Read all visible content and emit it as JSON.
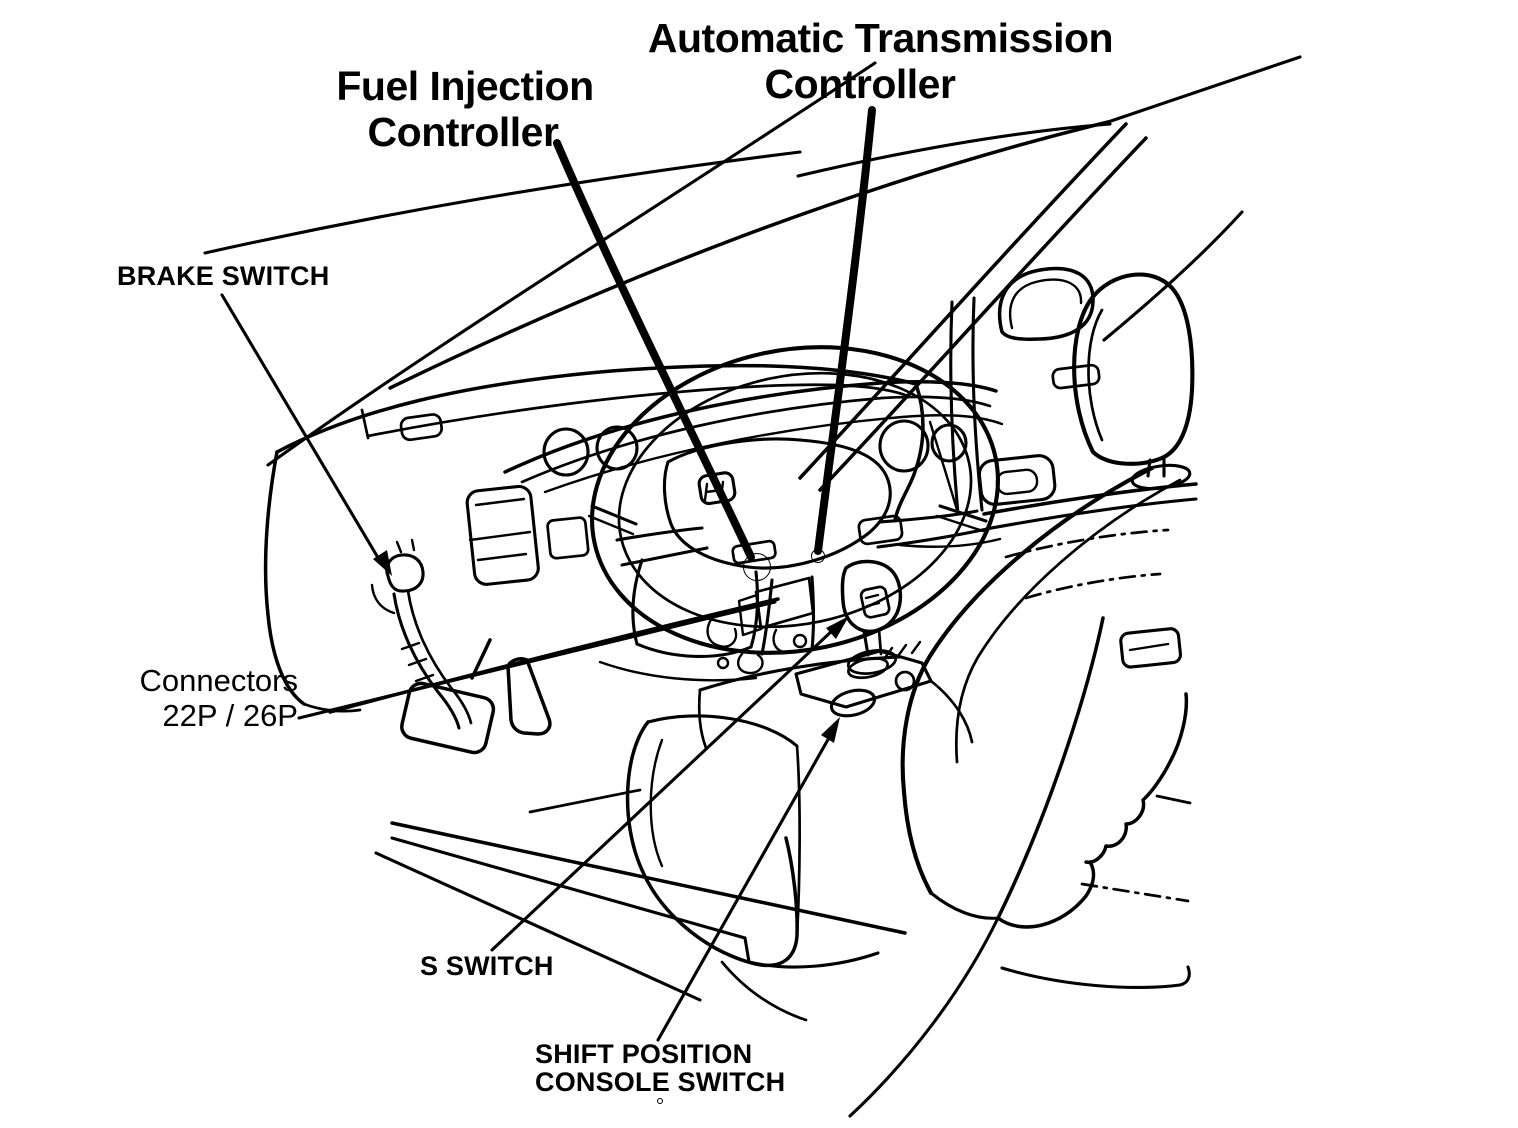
{
  "figure": {
    "type": "technical-line-illustration",
    "subject": "Car interior component location diagram (dashboard, steering wheel, console, seats)"
  },
  "labels": {
    "automatic_transmission_controller": {
      "line1": "Automatic Transmission",
      "line2": "Controller"
    },
    "fuel_injection_controller": {
      "line1": "Fuel Injection",
      "line2": "Controller"
    },
    "brake_switch": {
      "text": "BRAKE SWITCH"
    },
    "connectors": {
      "line1": "Connectors",
      "line2": "22P / 26P"
    },
    "s_switch": {
      "text": "S SWITCH"
    },
    "shift_position_console_switch": {
      "line1": "SHIFT POSITION",
      "line2": "CONSOLE SWITCH"
    }
  },
  "colors": {
    "ink": "#000000",
    "background": "#ffffff"
  }
}
